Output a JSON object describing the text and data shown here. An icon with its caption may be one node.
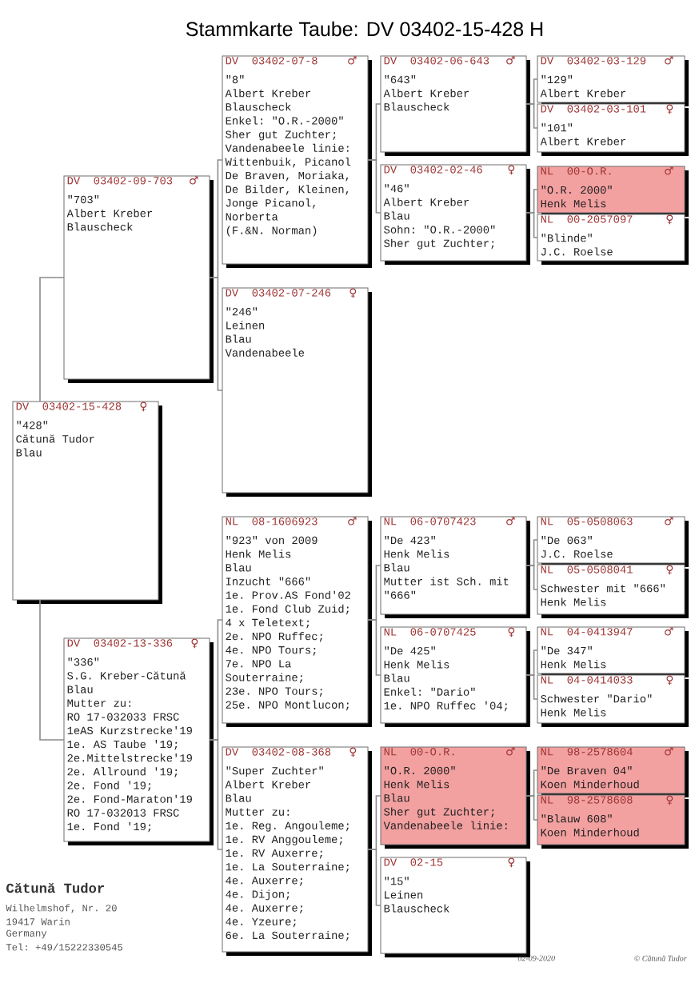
{
  "diagram": {
    "title": "Stammkarte Taube: DV 03402-15-428 H",
    "nodes": [
      {
        "text": [
          "DV 03402-15-428",
          "♀",
          "\"428\"",
          "Cătună Tudor",
          "Blau"
        ]
      },
      {
        "text": [
          "DV 03402-09-703",
          "♂",
          "\"703\"",
          "Albert Kreber",
          "Blauscheck"
        ]
      },
      {
        "text": [
          "DV 03402-13-336",
          "♀",
          "\"336\"",
          "S.G. Kreber-Cătună",
          "Blau",
          "Mutter zu:",
          "RO 17-032033 FRSC",
          "1eAS Kurzstrecke'19",
          "1e. AS Taube '19;",
          "2e.Mittelstrecke'19",
          "2e. Allround '19;",
          "2e. Fond '19;",
          "2e. Fond-Maraton'19",
          "RO 17-032013 FRSC",
          "1e. Fond '19;"
        ]
      },
      {
        "text": [
          "DV 03402-07-8",
          "♂",
          "\"8\"",
          "Albert Kreber",
          "Blauscheck",
          "Enkel: \"O.R.-2000\"",
          "Sher gut Zuchter;",
          "Vandenabeele linie: Wittenbuik, Picanol De Braven, Moriaka, De Bilder, Kleinen, Jonge Picanol, Norberta",
          "(F.&N. Norman)"
        ]
      },
      {
        "text": [
          "DV 03402-07-246",
          "♀",
          "\"246\"",
          "Leinen",
          "Blau",
          "Vandenabeele"
        ]
      },
      {
        "text": [
          "NL 08-1606923",
          "♂",
          "\"923\" von 2009",
          "Henk Melis",
          "Blau",
          "Inzucht \"666\"",
          "1e. Prov.AS Fond'02",
          "1e. Fond Club Zuid;",
          "4 x Teletext;",
          "2e. NPO Ruffec;",
          "4e. NPO Tours;",
          "7e. NPO La Souterraine;",
          "23e. NPO Tours;",
          "25e. NPO Montlucon;"
        ]
      },
      {
        "text": [
          "DV 03402-08-368",
          "♀",
          "\"Super Zuchter\"",
          "Albert Kreber",
          "Blau",
          "Mutter zu:",
          "1e. Reg. Angouleme;",
          "1e. RV Anggouleme;",
          "1e. RV Auxerre;",
          "1e. La Souterraine;",
          "4e. Auxerre;",
          "4e. Dijon;",
          "4e. Auxerre;",
          "4e. Yzeure;",
          "6e. La Souterraine;"
        ]
      },
      {
        "text": [
          "DV 03402-06-643",
          "♂",
          "\"643\"",
          "Albert Kreber",
          "Blauscheck"
        ]
      },
      {
        "text": [
          "DV 03402-02-46",
          "♀",
          "\"46\"",
          "Albert Kreber",
          "Blau",
          "Sohn: \"O.R.-2000\"",
          "Sher gut Zuchter;"
        ]
      },
      {
        "text": [
          "NL 06-0707423",
          "♂",
          "\"De 423\"",
          "Henk Melis",
          "Blau",
          "Mutter ist Sch. mit \"666\""
        ]
      },
      {
        "text": [
          "NL 06-0707425",
          "♀",
          "\"De 425\"",
          "Henk Melis",
          "Blau",
          "Enkel: \"Dario\"",
          "1e. NPO Ruffec '04;"
        ]
      },
      {
        "text": [
          "NL 00-O.R.",
          "♂",
          "\"O.R. 2000\"",
          "Henk Melis",
          "Blau",
          "Sher gut Zuchter;",
          "Vandenabeele linie:"
        ]
      },
      {
        "text": [
          "DV 02-15",
          "♀",
          "\"15\"",
          "Leinen",
          "Blauscheck"
        ]
      },
      {
        "text": [
          "DV 03402-03-129",
          "♂",
          "\"129\"",
          "Albert Kreber"
        ]
      },
      {
        "text": [
          "DV 03402-03-101",
          "♀",
          "\"101\"",
          "Albert Kreber"
        ]
      },
      {
        "text": [
          "NL 00-O.R.",
          "♂",
          "\"O.R. 2000\"",
          "Henk Melis"
        ]
      },
      {
        "text": [
          "NL 00-2057097",
          "♀",
          "\"Blinde\"",
          "J.C. Roelse"
        ]
      },
      {
        "text": [
          "NL 05-0508063",
          "♂",
          "\"De 063\"",
          "J.C. Roelse"
        ]
      },
      {
        "text": [
          "NL 05-0508041",
          "♀",
          "Schwester mit \"666\"",
          "Henk Melis"
        ]
      },
      {
        "text": [
          "NL 04-0413947",
          "♂",
          "\"De 347\"",
          "Henk Melis"
        ]
      },
      {
        "text": [
          "NL 04-0414033",
          "♀",
          "Schwester \"Dario\"",
          "Henk Melis"
        ]
      },
      {
        "text": [
          "NL 98-2578604",
          "♂",
          "\"De Braven 04\"",
          "Koen Minderhoud"
        ]
      },
      {
        "text": [
          "NL 98-2578608",
          "♀",
          "\"Blauw 608\"",
          "Koen Minderhoud"
        ]
      }
    ],
    "edges": [
      {
        "from": 0,
        "to": 1,
        "arrow": "none"
      },
      {
        "from": 0,
        "to": 2,
        "arrow": "none"
      },
      {
        "from": 1,
        "to": 3,
        "arrow": "none"
      },
      {
        "from": 1,
        "to": 4,
        "arrow": "none"
      },
      {
        "from": 2,
        "to": 5,
        "arrow": "none"
      },
      {
        "from": 2,
        "to": 6,
        "arrow": "none"
      },
      {
        "from": 3,
        "to": 7,
        "arrow": "none"
      },
      {
        "from": 3,
        "to": 8,
        "arrow": "none"
      },
      {
        "from": 5,
        "to": 9,
        "arrow": "none"
      },
      {
        "from": 5,
        "to": 10,
        "arrow": "none"
      },
      {
        "from": 6,
        "to": 11,
        "arrow": "none"
      },
      {
        "from": 6,
        "to": 12,
        "arrow": "none"
      },
      {
        "from": 7,
        "to": 13,
        "arrow": "none"
      },
      {
        "from": 7,
        "to": 14,
        "arrow": "none"
      },
      {
        "from": 8,
        "to": 15,
        "arrow": "none"
      },
      {
        "from": 8,
        "to": 16,
        "arrow": "none"
      },
      {
        "from": 9,
        "to": 17,
        "arrow": "none"
      },
      {
        "from": 9,
        "to": 18,
        "arrow": "none"
      },
      {
        "from": 10,
        "to": 19,
        "arrow": "none"
      },
      {
        "from": 10,
        "to": 20,
        "arrow": "none"
      },
      {
        "from": 11,
        "to": 21,
        "arrow": "none"
      },
      {
        "from": 11,
        "to": 22,
        "arrow": "none"
      }
    ],
    "labels": [
      "Cătună Tudor",
      "Wilhelmshof, Nr. 20",
      "19417 Warin",
      "Germany",
      "Tel: +49/15222330545",
      "02-09-2020",
      "© Cătună Tudor"
    ]
  }
}
